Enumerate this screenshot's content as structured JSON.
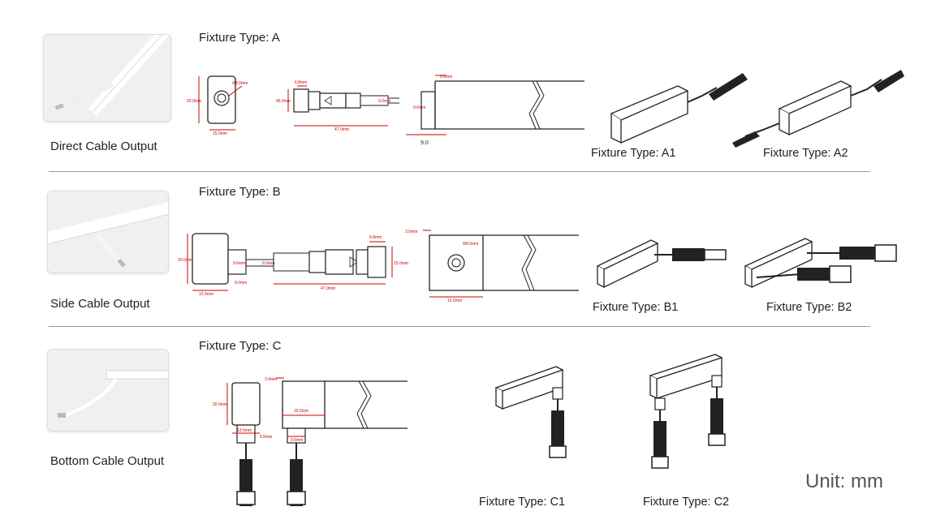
{
  "rows": [
    {
      "label": "Direct Cable Output",
      "fixture_title": "Fixture Type: A",
      "captions": [
        "Fixture Type: A1",
        "Fixture Type: A2"
      ],
      "dims": [
        "20.0mm",
        "Φ8.0mm",
        "15.5mm",
        "6.8mm",
        "45.0mm",
        "47.0mm",
        "9.0mm",
        "9.6mm",
        "3.0mm",
        "9.0"
      ]
    },
    {
      "label": "Side Cable Output",
      "fixture_title": "Fixture Type: B",
      "captions": [
        "Fixture Type: B1",
        "Fixture Type: B2"
      ],
      "dims": [
        "20.0mm",
        "9.6mm",
        "9.0mm",
        "15.5mm",
        "9.0mm",
        "6.8mm",
        "47.0mm",
        "15.0mm",
        "3.0mm",
        "Φ8.0mm",
        "15.5mm"
      ]
    },
    {
      "label": "Bottom Cable Output",
      "fixture_title": "Fixture Type: C",
      "captions": [
        "Fixture Type: C1",
        "Fixture Type: C2"
      ],
      "dims": [
        "20.0mm",
        "13.5mm",
        "9.0mm",
        "3.0mm",
        "15.5mm",
        "9.6mm"
      ]
    }
  ],
  "unit_label": "Unit: mm",
  "colors": {
    "dimension": "#cc0000",
    "divider": "#9a9a9a",
    "text": "#222222",
    "unit": "#555555"
  }
}
